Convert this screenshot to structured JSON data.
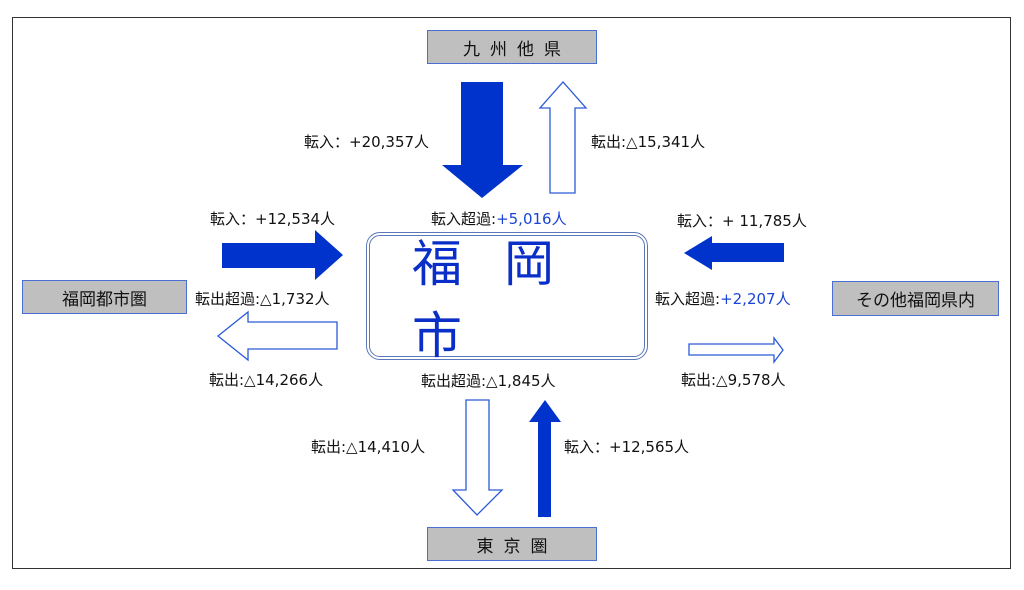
{
  "center": {
    "label": "福岡市"
  },
  "regions": {
    "kyushu": "九州他県",
    "tokyo": "東京圏",
    "fukuoka_metro": "福岡都市圏",
    "other_pref": "その他福岡県内"
  },
  "flows": {
    "kyushu": {
      "in_label": "転入：+20,357人",
      "out_label": "転出:△15,341人",
      "net_prefix": "転入超過:",
      "net_value": "+5,016人"
    },
    "fukuoka_metro": {
      "in_label": "転入：+12,534人",
      "out_label": "転出:△14,266人",
      "net_label": "転出超過:△1,732人"
    },
    "other_pref": {
      "in_label": "転入：+ 11,785人",
      "out_label": "転出:△9,578人",
      "net_prefix": "転入超過:",
      "net_value": "+2,207人"
    },
    "tokyo": {
      "in_label": "転入：+12,565人",
      "out_label": "転出:△14,410人",
      "net_label": "転出超過:△1,845人"
    }
  },
  "colors": {
    "solid_arrow": "#0033cc",
    "outline_arrow": "#2a5ad8",
    "highlight_text": "#1a44d8"
  }
}
